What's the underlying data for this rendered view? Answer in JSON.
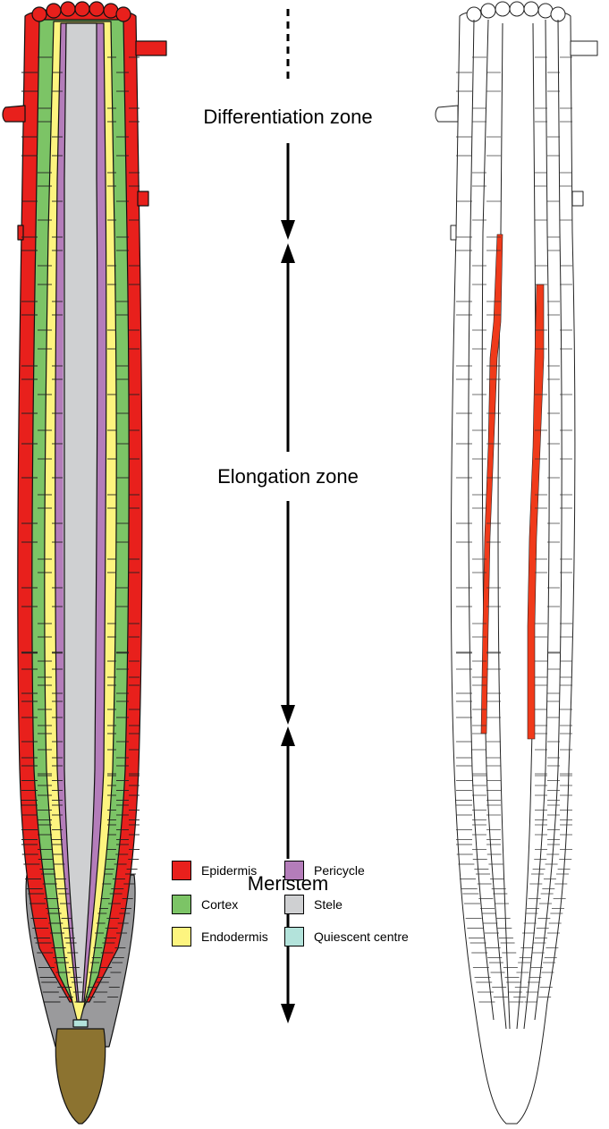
{
  "zones": {
    "differentiation": "Differentiation zone",
    "elongation": "Elongation zone",
    "meristem": "Meristem"
  },
  "legend": [
    {
      "label": "Epidermis",
      "color": "#e8201c"
    },
    {
      "label": "Cortex",
      "color": "#7cc466"
    },
    {
      "label": "Endodermis",
      "color": "#fdf47f"
    },
    {
      "label": "Pericycle",
      "color": "#b47dba"
    },
    {
      "label": "Stele",
      "color": "#cfd0d2"
    },
    {
      "label": "Quiescent centre",
      "color": "#b3e3db"
    }
  ],
  "colors": {
    "epidermis": "#e8201c",
    "cortex": "#7cc466",
    "endodermis": "#fdf47f",
    "pericycle": "#b47dba",
    "stele": "#cfd0d2",
    "quiescent": "#b3e3db",
    "root_cap": "#9a9a9c",
    "columella": "#8c7330",
    "marker": "#f03a1a"
  }
}
